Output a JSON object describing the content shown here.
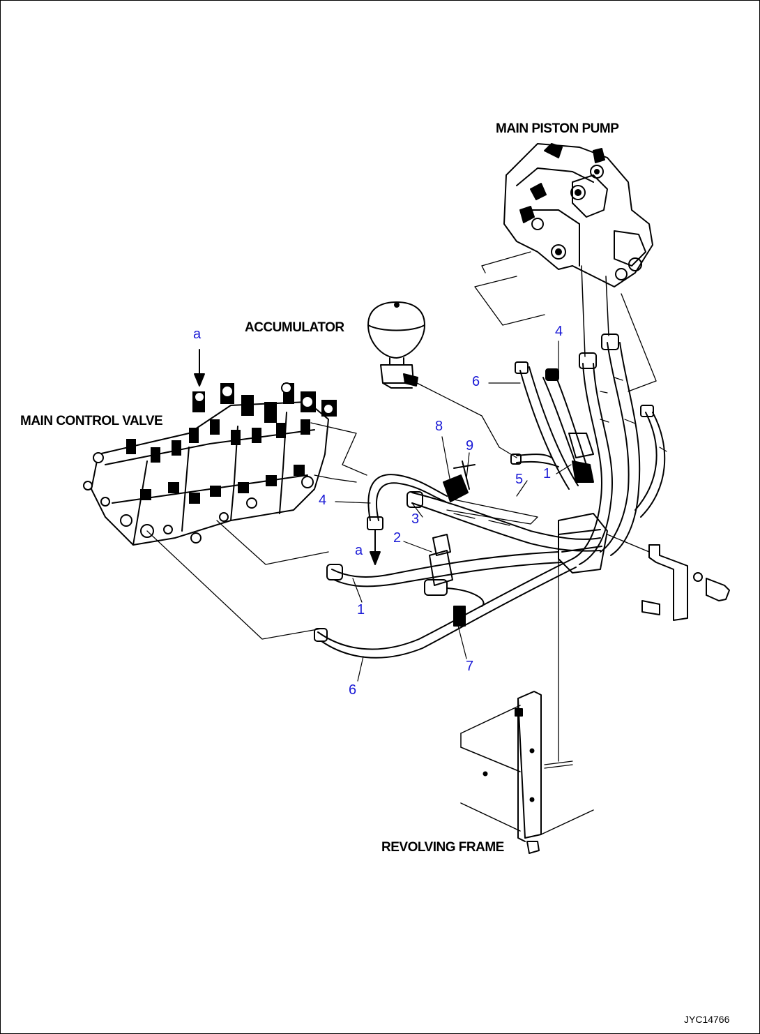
{
  "labels": {
    "main_piston_pump": "MAIN PISTON PUMP",
    "accumulator": "ACCUMULATOR",
    "main_control_valve": "MAIN CONTROL VALVE",
    "revolving_frame": "REVOLVING FRAME"
  },
  "callouts": {
    "a_top": "a",
    "a_mid": "a",
    "c1_upper": "1",
    "c1_lower": "1",
    "c2": "2",
    "c3": "3",
    "c4_upper": "4",
    "c4_left": "4",
    "c5": "5",
    "c6_upper": "6",
    "c6_lower": "6",
    "c7": "7",
    "c8": "8",
    "c9": "9"
  },
  "drawing_code": "JYC14766",
  "colors": {
    "callout": "#1a1ad6",
    "line": "#000000"
  }
}
